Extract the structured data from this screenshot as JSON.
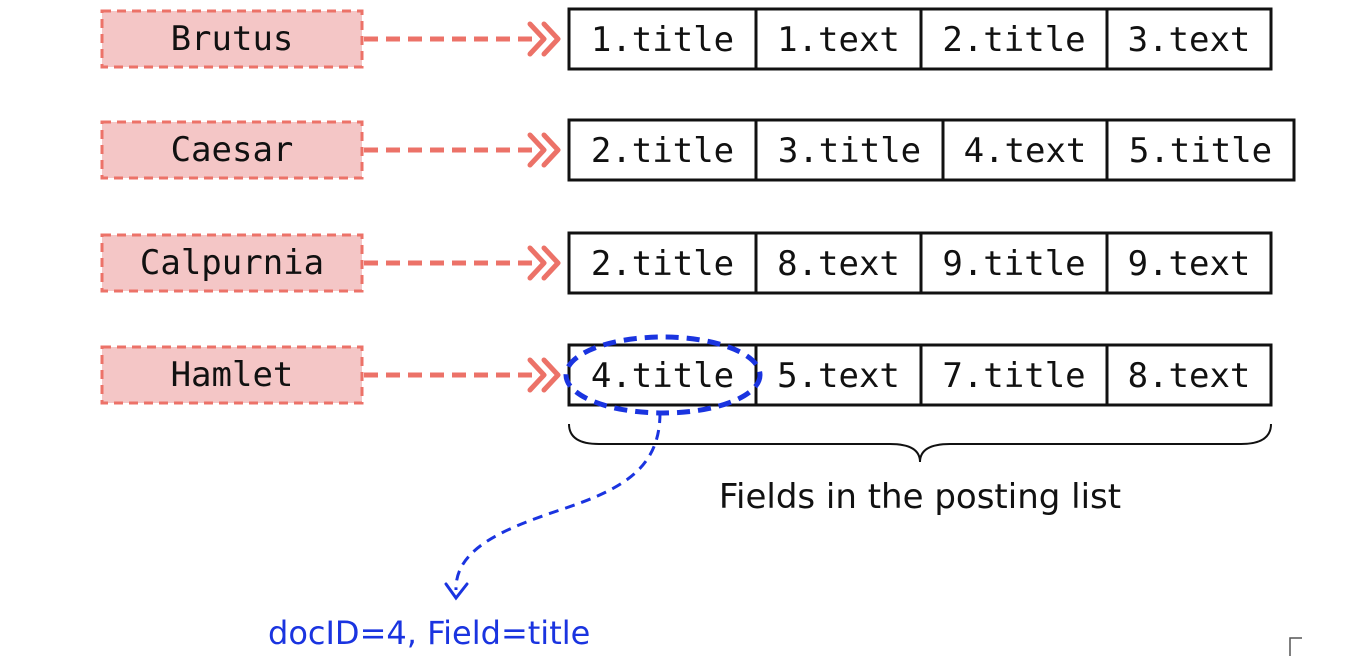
{
  "colors": {
    "term_fill": "#f4c6c6",
    "term_stroke": "#ec7268",
    "arrow": "#ec7268",
    "cell_stroke": "#111111",
    "highlight": "#1a34e0"
  },
  "rows": [
    {
      "term": "Brutus",
      "postings": [
        "1.title",
        "1.text",
        "2.title",
        "3.text"
      ]
    },
    {
      "term": "Caesar",
      "postings": [
        "2.title",
        "3.title",
        "4.text",
        "5.title"
      ]
    },
    {
      "term": "Calpurnia",
      "postings": [
        "2.title",
        "8.text",
        "9.title",
        "9.text"
      ]
    },
    {
      "term": "Hamlet",
      "postings": [
        "4.title",
        "5.text",
        "7.title",
        "8.text"
      ]
    }
  ],
  "brace_label": "Fields in the posting list",
  "annotation": "docID=4, Field=title"
}
